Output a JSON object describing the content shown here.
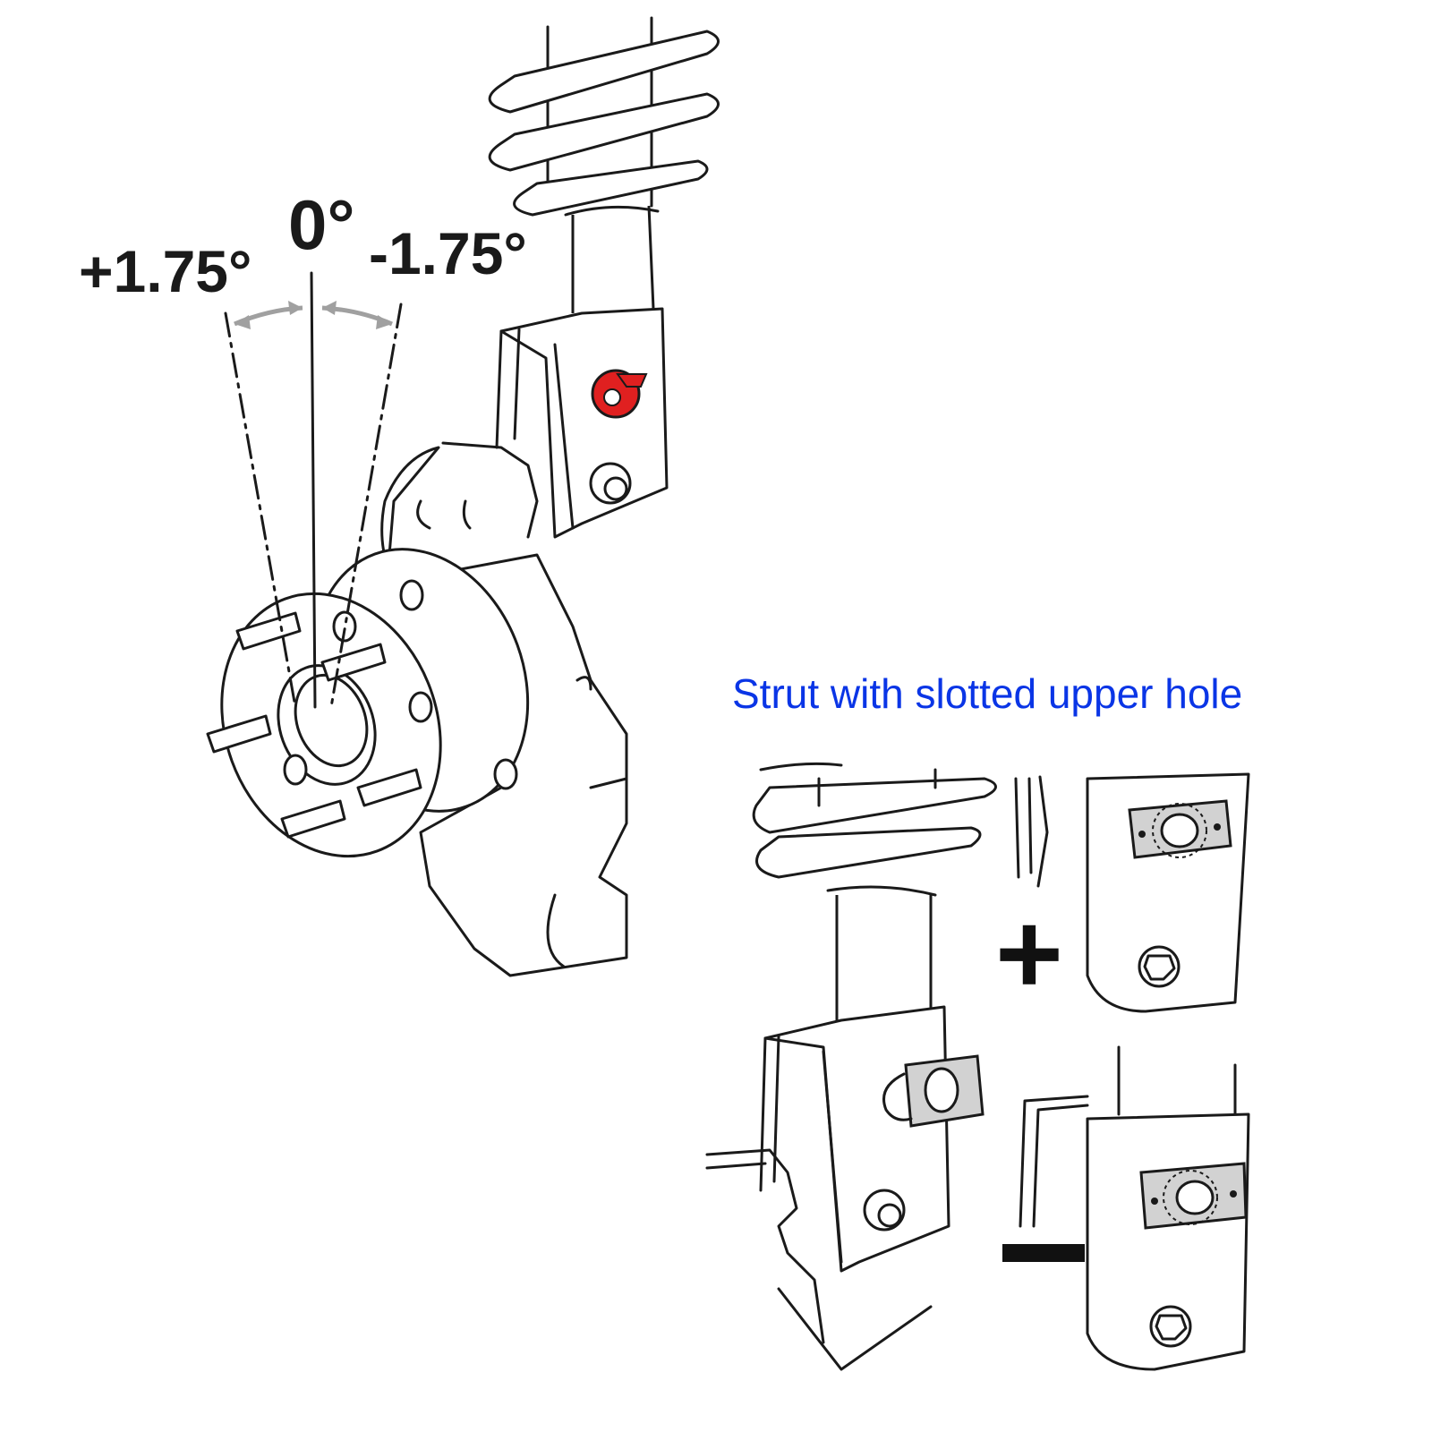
{
  "angles": {
    "positive": "+1.75°",
    "zero": "0°",
    "negative": "-1.75°"
  },
  "caption": "Strut with slotted upper hole",
  "signs": {
    "plus": "+",
    "minus": "−"
  },
  "colors": {
    "caption": "#0a35e6",
    "highlight_bolt": "#e02020",
    "slot_plate": "#d2d2d2",
    "angle_arrow": "#a0a0a0"
  }
}
